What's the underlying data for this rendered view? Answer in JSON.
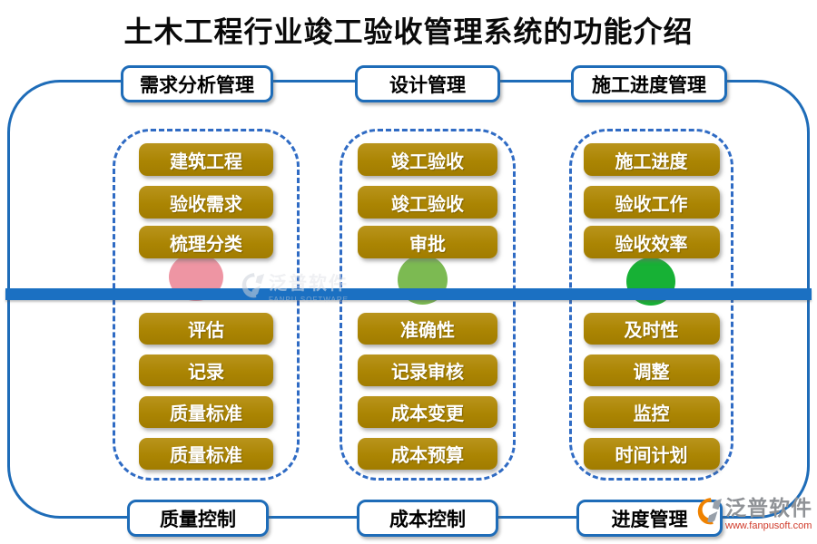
{
  "title": {
    "text": "土木工程行业竣工验收管理系统的功能介绍"
  },
  "colors": {
    "frame_blue": "#1e6cb8",
    "dash_blue": "#2f6bc4",
    "bar_blue": "#1b70c2",
    "gold": "#ab8503",
    "circle_pink": "#ee95a3",
    "circle_light_green": "#7cba52",
    "circle_green": "#17b135",
    "logo_grey": "#8f9296",
    "logo_red": "#d03a2a"
  },
  "columns": [
    {
      "top_label": "需求分析管理",
      "bottom_label": "质量控制",
      "upper_buttons": [
        "建筑工程",
        "验收需求",
        "梳理分类"
      ],
      "lower_buttons": [
        "评估",
        "记录",
        "质量标准",
        "质量标准"
      ],
      "circle_color": "#ee95a3"
    },
    {
      "top_label": "设计管理",
      "bottom_label": "成本控制",
      "upper_buttons": [
        "竣工验收",
        "竣工验收",
        "审批"
      ],
      "lower_buttons": [
        "准确性",
        "记录审核",
        "成本变更",
        "成本预算"
      ],
      "circle_color": "#7cba52"
    },
    {
      "top_label": "施工进度管理",
      "bottom_label": "进度管理",
      "upper_buttons": [
        "施工进度",
        "验收工作",
        "验收效率"
      ],
      "lower_buttons": [
        "及时性",
        "调整",
        "监控",
        "时间计划"
      ],
      "circle_color": "#17b135"
    }
  ],
  "watermark": {
    "cn": "泛普软件",
    "en": "FANPU SOFTWARE"
  },
  "logo": {
    "name": "泛普软件",
    "url": "www.fanpusoft.com"
  }
}
